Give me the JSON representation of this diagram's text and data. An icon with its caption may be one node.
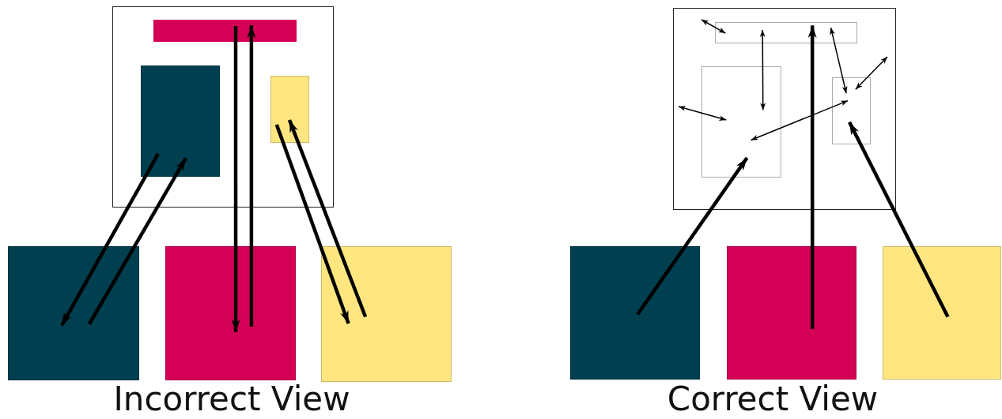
{
  "diagram": {
    "nodes": [
      {
        "text": [],
        "shape": "box"
      },
      {
        "text": [],
        "shape": "bar",
        "in": 0
      },
      {
        "text": [],
        "shape": "box",
        "in": 0
      },
      {
        "text": [],
        "shape": "box",
        "in": 0
      },
      {
        "text": [],
        "shape": "box"
      },
      {
        "text": [],
        "shape": "box"
      },
      {
        "text": [],
        "shape": "box"
      },
      {
        "text": [],
        "shape": "box"
      },
      {
        "text": [],
        "shape": "box",
        "in": 7
      },
      {
        "text": [],
        "shape": "box",
        "in": 7
      },
      {
        "text": [],
        "shape": "box",
        "in": 7
      },
      {
        "text": [],
        "shape": "box"
      },
      {
        "text": [],
        "shape": "box"
      },
      {
        "text": [],
        "shape": "box"
      }
    ],
    "edges": [
      {
        "from": 2,
        "to": 4,
        "arrow": "to"
      },
      {
        "from": 4,
        "to": 2,
        "arrow": "to"
      },
      {
        "from": 1,
        "to": 5,
        "arrow": "to"
      },
      {
        "from": 5,
        "to": 1,
        "arrow": "to"
      },
      {
        "from": 3,
        "to": 6,
        "arrow": "to"
      },
      {
        "from": 6,
        "to": 3,
        "arrow": "to"
      },
      {
        "from": 11,
        "to": 9,
        "arrow": "to"
      },
      {
        "from": 12,
        "to": 8,
        "arrow": "to"
      },
      {
        "from": 13,
        "to": 10,
        "arrow": "to"
      },
      {
        "from": null,
        "to": 8,
        "arrow": "both"
      },
      {
        "from": 8,
        "to": 9,
        "arrow": "both"
      },
      {
        "from": 8,
        "to": 10,
        "arrow": "both"
      },
      {
        "from": null,
        "to": 10,
        "arrow": "both"
      },
      {
        "from": null,
        "to": 9,
        "arrow": "both"
      },
      {
        "from": 9,
        "to": 10,
        "arrow": "both"
      }
    ],
    "labels": [
      "Incorrect View",
      "Correct View"
    ]
  }
}
